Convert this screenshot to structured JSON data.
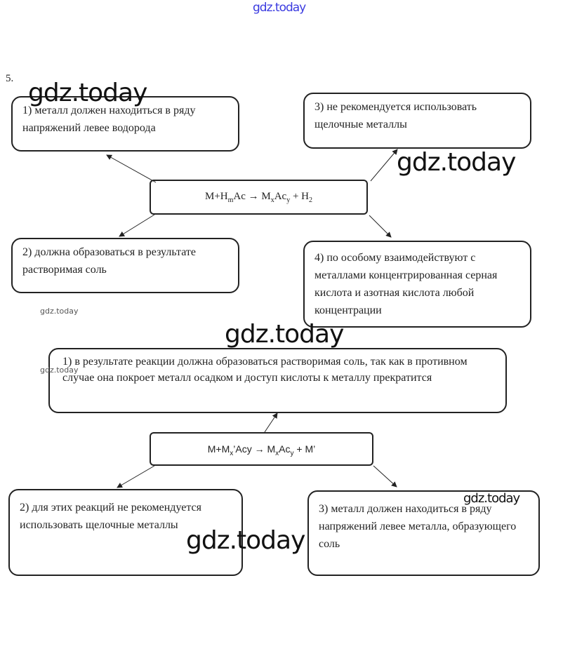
{
  "task_number": "5.",
  "watermark": "gdz.today",
  "diagram1": {
    "center": {
      "pre": "M+H",
      "sub1": "m",
      "mid": "Ac → M",
      "sub2": "x",
      "mid2": "Ac",
      "sub3": "y",
      "post": " + H",
      "sub4": "2"
    },
    "box1": "1) металл должен находиться в ряду напряжений левее водорода",
    "box2": "2) должна образоваться в результате растворимая соль",
    "box3": "3) не рекомендуется использовать щелочные металлы",
    "box4": "4) по особому взаимодействуют с металлами концентрированная серная кислота и азотная кислота любой концентрации"
  },
  "diagram2": {
    "center": {
      "pre": "M+M",
      "sub1": "x",
      "mid": "’Acy → M",
      "sub2": "x",
      "mid2": "Ac",
      "sub3": "y",
      "post": " + M’"
    },
    "box1": "1) в результате реакции должна образоваться растворимая соль, так как в противном случае она покроет металл осадком и доступ кислоты к металлу прекратится",
    "box2": "2) для этих реакций не рекомендуется использовать щелочные металлы",
    "box3": "3) металл должен находиться в ряду напряжений левее металла, образующего соль"
  }
}
